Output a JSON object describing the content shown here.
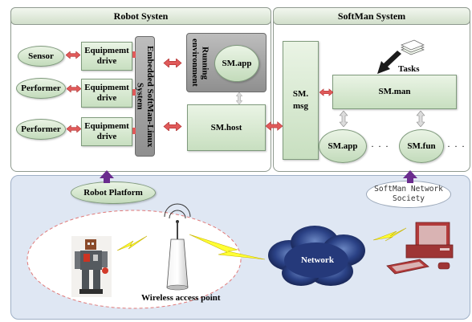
{
  "robot_system": {
    "title": "Robot Systen",
    "nodes": {
      "sensor": "Sensor",
      "performer_1": "Performer",
      "performer_2": "Performer",
      "drive_1": "Equipmemt drive",
      "drive_2": "Equipmemt drive",
      "drive_3": "Equipmemt drive",
      "embedded_os": "Embedded SoftMan-Linux System",
      "running_env": "Running environment",
      "sm_app": "SM.app",
      "sm_host": "SM.host"
    }
  },
  "softman_system": {
    "title": "SoftMan System",
    "nodes": {
      "sm_msg": "SM. msg",
      "tasks": "Tasks",
      "sm_man": "SM.man",
      "sm_app": "SM.app",
      "sm_fun": "SM.fun",
      "ellipsis": "· · ·"
    }
  },
  "network_layer": {
    "robot_platform": "Robot Platform",
    "society": "SoftMan Network Society",
    "wireless": "Wireless access point",
    "network": "Network"
  },
  "colors": {
    "panel_green": "#d2dfcb",
    "node_green": "#c8dfc0",
    "gray_block": "#9a9a9a",
    "arrow_red": "#e05a5a",
    "arrow_purple": "#6a2c8e",
    "bottom_blue": "#dfe7f3",
    "bolt_yellow": "#ffff33",
    "cloud_navy": "#1d2f63"
  }
}
